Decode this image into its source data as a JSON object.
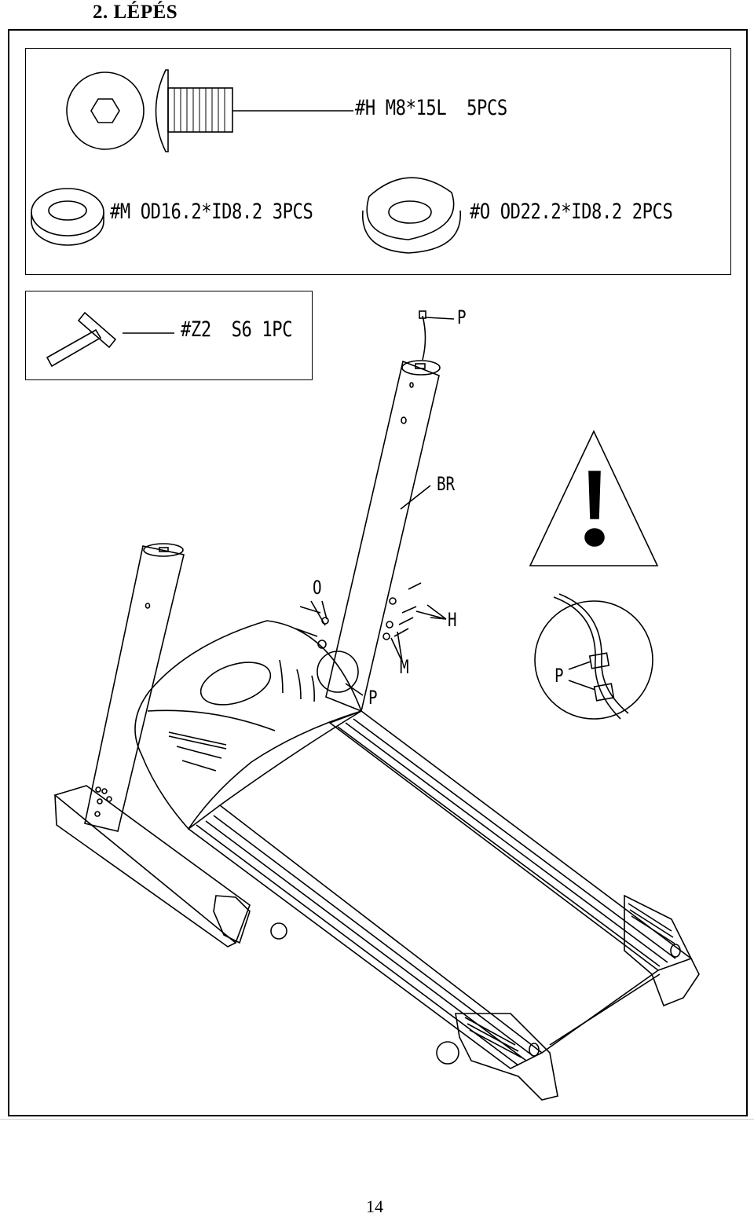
{
  "header": {
    "step_title": "2. LÉPÉS"
  },
  "hardware": {
    "bolt_h": "#H M8*15L  5PCS",
    "washer_m": "#M OD16.2*ID8.2 3PCS",
    "washer_o": "#O OD22.2*ID8.2 2PCS"
  },
  "tool": {
    "wrench_z2": "#Z2  S6 1PC"
  },
  "callouts": {
    "p_top": "P",
    "br": "BR",
    "o": "O",
    "h": "H",
    "m": "M",
    "p_mid": "P",
    "p_detail": "P"
  },
  "icons": {
    "warning": "warning-triangle-icon"
  },
  "footer": {
    "page_number": "14"
  }
}
